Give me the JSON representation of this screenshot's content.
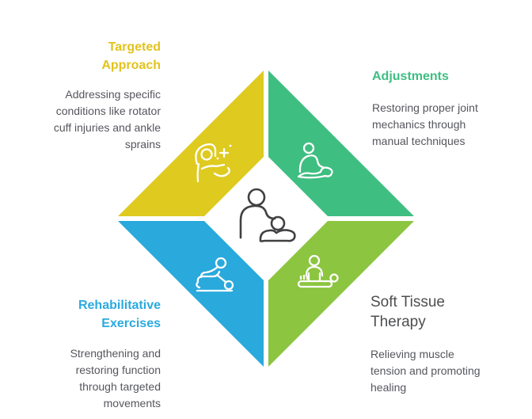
{
  "background_color": "#ffffff",
  "colors": {
    "yellow": "#dfca20",
    "green": "#3fbe81",
    "blue": "#29a9dc",
    "olive": "#8cc540",
    "gray_heading": "#4d4e50",
    "body_text": "#55565d",
    "center_icon_gray": "#414042",
    "icon_stroke": "#ffffff"
  },
  "diagram": {
    "type": "diamond-quadrant-infographic",
    "center_icon": "massage-icon",
    "segments": [
      {
        "id": "targeted-approach",
        "position": "top-left",
        "color": "#dfca20",
        "heading": "Targeted\nApproach",
        "heading_color": "#e2c31d",
        "description": "Addressing specific\nconditions like rotator\ncuff injuries and ankle\nsprains",
        "icon": "facial-spa-icon"
      },
      {
        "id": "adjustments",
        "position": "top-right",
        "color": "#3fbe81",
        "heading": "Adjustments",
        "heading_color": "#3dbe82",
        "description": "Restoring proper joint\nmechanics through\nmanual techniques",
        "icon": "back-massage-icon"
      },
      {
        "id": "rehabilitative-exercises",
        "position": "bottom-left",
        "color": "#29a9dc",
        "heading": "Rehabilitative\nExercises",
        "heading_color": "#2baadf",
        "description": "Strengthening and\nrestoring function\nthrough targeted\nmovements",
        "icon": "rehab-exercise-icon"
      },
      {
        "id": "soft-tissue-therapy",
        "position": "bottom-right",
        "color": "#8cc540",
        "heading": "Soft Tissue\nTherapy",
        "heading_color": "#4d4e50",
        "description": "Relieving muscle\ntension and promoting\nhealing",
        "icon": "massage-table-icon"
      }
    ]
  }
}
